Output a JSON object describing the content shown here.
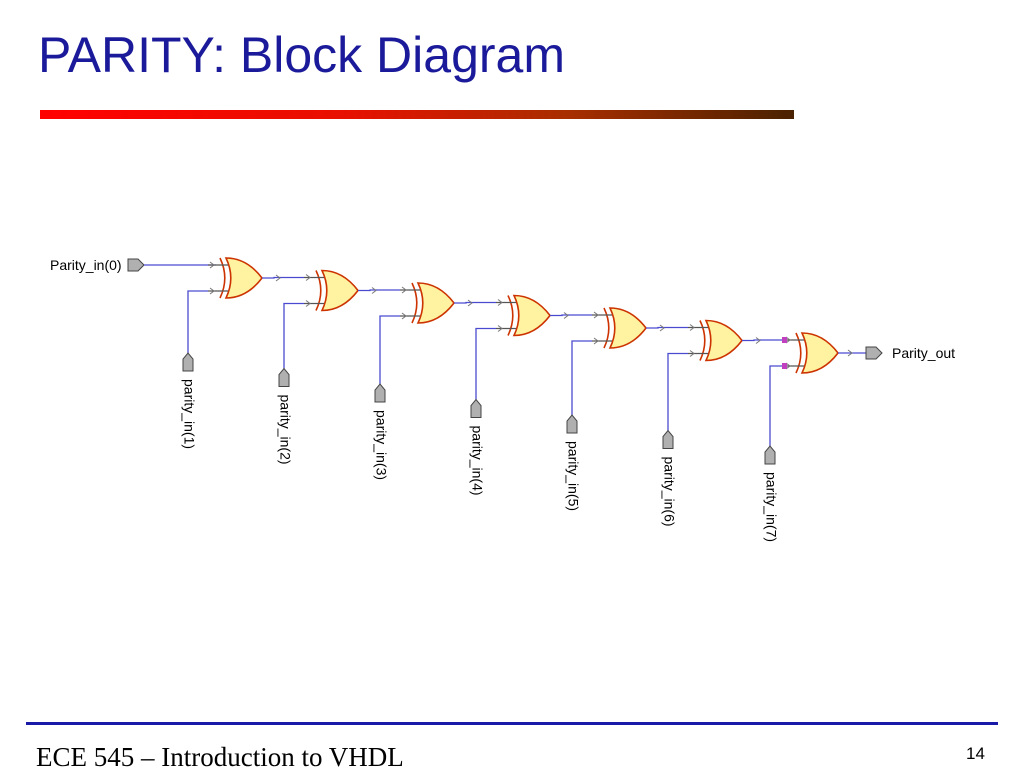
{
  "slide": {
    "title": "PARITY: Block Diagram",
    "footer": "ECE 545 – Introduction to VHDL",
    "page_number": "14"
  },
  "diagram": {
    "main_input": "Parity_in(0)",
    "output": "Parity_out",
    "gates": [
      {
        "type": "xor",
        "input": "parity_in(1)"
      },
      {
        "type": "xor",
        "input": "parity_in(2)"
      },
      {
        "type": "xor",
        "input": "parity_in(3)"
      },
      {
        "type": "xor",
        "input": "parity_in(4)"
      },
      {
        "type": "xor",
        "input": "parity_in(5)"
      },
      {
        "type": "xor",
        "input": "parity_in(6)"
      },
      {
        "type": "xor",
        "input": "parity_in(7)"
      }
    ],
    "colors": {
      "gate_fill": "#fff2a0",
      "gate_stroke": "#cc3300",
      "wire": "#4a4ad0",
      "port_fill": "#b0b0b0",
      "port_stroke": "#444444",
      "junction": "#c040c0"
    }
  }
}
